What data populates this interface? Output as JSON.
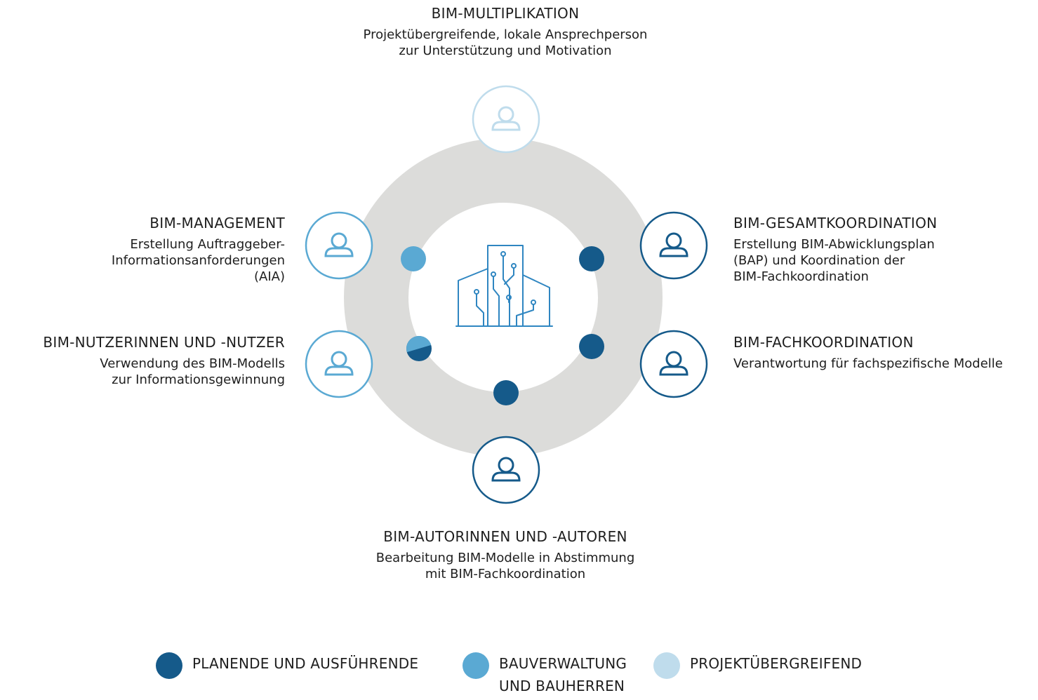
{
  "colors": {
    "planende": "#155a8a",
    "bauverwaltung": "#5aa9d3",
    "projektuebergreifend": "#bfdcec",
    "ring": "#dcdcda"
  },
  "roles": {
    "multiplikation": {
      "title": "BIM-MULTIPLIKATION",
      "desc": [
        "Projektübergreifende, lokale Ansprechperson",
        "zur Unterstützung und Motivation"
      ]
    },
    "management": {
      "title": "BIM-MANAGEMENT",
      "desc": [
        "Erstellung Auftraggeber-",
        "Informationsanforderungen",
        "(AIA)"
      ]
    },
    "nutzer": {
      "title": "BIM-NUTZERINNEN UND -NUTZER",
      "desc": [
        "Verwendung des BIM-Modells",
        "zur Informationsgewinnung"
      ]
    },
    "gesamtkoordination": {
      "title": "BIM-GESAMTKOORDINATION",
      "desc": [
        "Erstellung BIM-Abwicklungsplan",
        "(BAP) und Koordination der",
        "BIM-Fachkoordination"
      ]
    },
    "fachkoordination": {
      "title": "BIM-FACHKOORDINATION",
      "desc": [
        "Verantwortung für fachspezifische Modelle"
      ]
    },
    "autoren": {
      "title": "BIM-AUTORINNEN UND -AUTOREN",
      "desc": [
        "Bearbeitung BIM-Modelle in Abstimmung",
        "mit BIM-Fachkoordination"
      ]
    }
  },
  "legend": [
    {
      "key": "planende",
      "lines": [
        "PLANENDE UND AUSFÜHRENDE"
      ]
    },
    {
      "key": "bauverwaltung",
      "lines": [
        "BAUVERWALTUNG",
        "UND BAUHERREN"
      ]
    },
    {
      "key": "projektuebergreifend",
      "lines": [
        "PROJEKTÜBERGREIFEND"
      ]
    }
  ],
  "icons": {
    "person": "person-icon",
    "building": "building-circuit-icon"
  }
}
